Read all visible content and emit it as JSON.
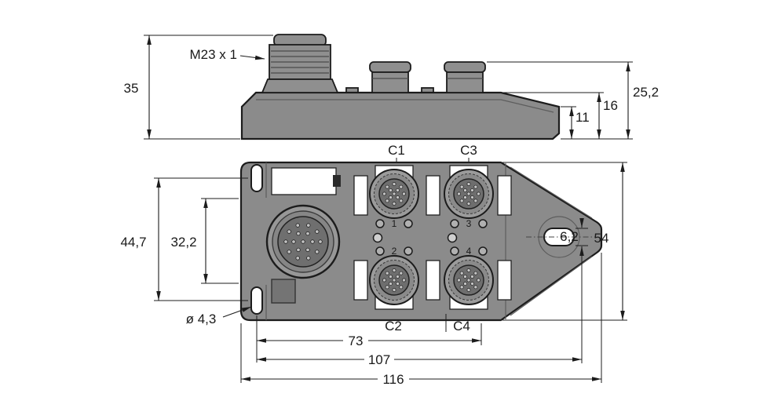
{
  "side_view": {
    "thread_label": "M23 x 1",
    "dim_total_height": "35",
    "dim_overall_height": "25,2",
    "dim_body_height": "16",
    "dim_tip_height": "11"
  },
  "top_view": {
    "ports": {
      "c1": "C1",
      "c2": "C2",
      "c3": "C3",
      "c4": "C4"
    },
    "port_numbers": {
      "p1": "1",
      "p2": "2",
      "p3": "3",
      "p4": "4"
    },
    "dim_mount_spacing": "44,7",
    "dim_inner_spacing": "32,2",
    "mount_hole_dia": "ø 4,3",
    "dim_slot_width": "6,2",
    "dim_body_width": "54",
    "dim_length_1": "73",
    "dim_length_2": "107",
    "dim_length_3": "116"
  },
  "colors": {
    "body": "#8b8b8b",
    "outline": "#1c1c1c",
    "recess": "#6e6e6e",
    "detail_white": "#ffffff"
  }
}
